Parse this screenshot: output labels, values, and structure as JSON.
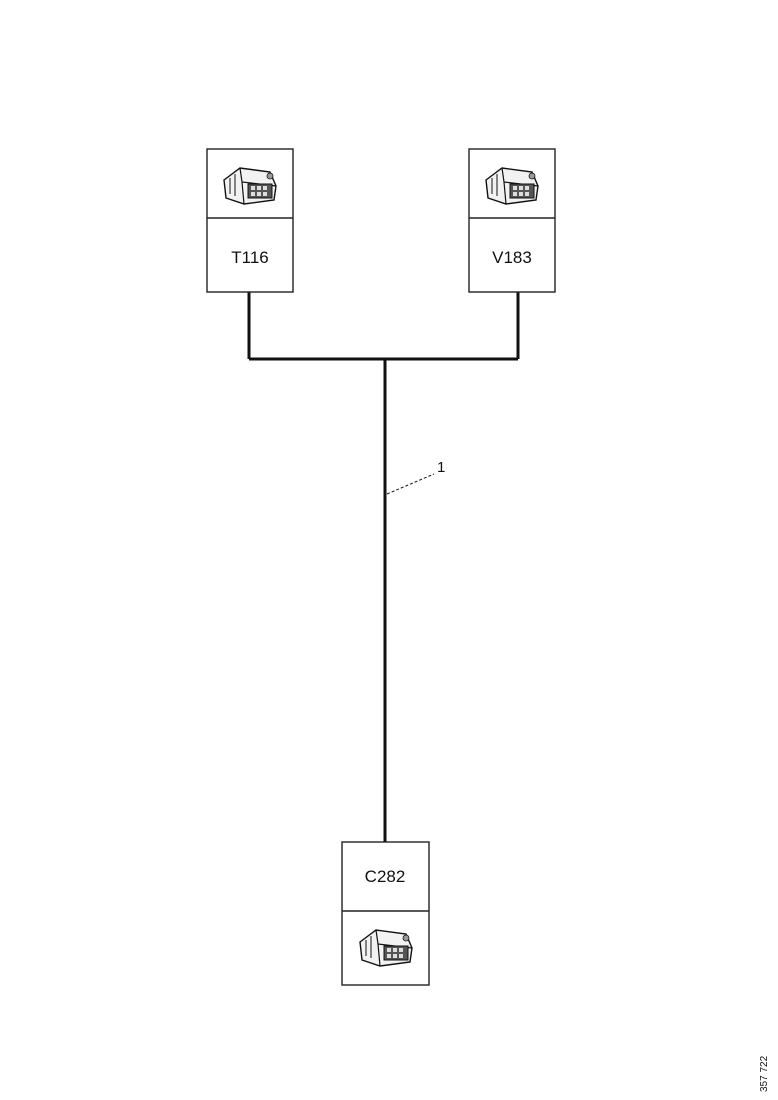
{
  "connectors": {
    "t116": {
      "label": "T116",
      "icon": "connector-plug-icon"
    },
    "v183": {
      "label": "V183",
      "icon": "connector-plug-icon"
    },
    "c282": {
      "label": "C282",
      "icon": "connector-plug-icon"
    }
  },
  "harness": {
    "callout": "1"
  },
  "reference_number": "357 722",
  "colors": {
    "line": "#111111",
    "box_border": "#222222",
    "background": "#ffffff"
  }
}
